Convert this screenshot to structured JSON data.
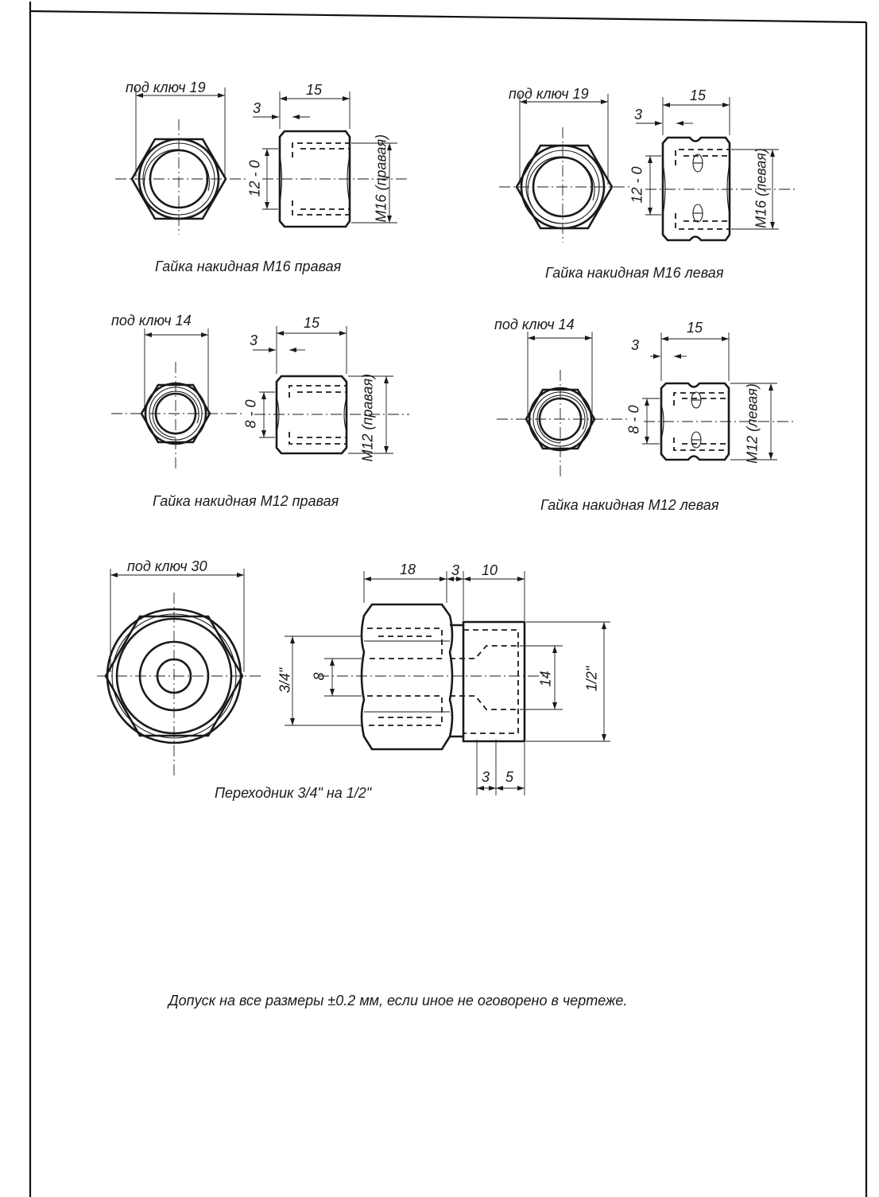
{
  "captions": {
    "m16_right": "Гайка накидная М16 правая",
    "m16_left": "Гайка накидная М16 левая",
    "m12_right": "Гайка накидная М12 правая",
    "m12_left": "Гайка накидная М12 левая",
    "adapter": "Переходник 3/4\" на 1/2\""
  },
  "dims": {
    "m16_right": {
      "key": "под ключ 19",
      "length": "15",
      "step": "3",
      "bore": "12 - 0",
      "thread": "М16 (правая)"
    },
    "m16_left": {
      "key": "под ключ 19",
      "length": "15",
      "step": "3",
      "bore": "12 - 0",
      "thread": "М16 (левая)"
    },
    "m12_right": {
      "key": "под ключ 14",
      "length": "15",
      "step": "3",
      "bore": "8 - 0",
      "thread": "М12 (правая)"
    },
    "m12_left": {
      "key": "под ключ 14",
      "length": "15",
      "step": "3",
      "bore": "8 - 0",
      "thread": "М12 (левая)"
    },
    "adapter": {
      "key": "под ключ 30",
      "nut_length": "18",
      "gap": "3",
      "body_length": "10",
      "big_thread": "3/4\"",
      "bore": "8",
      "inner": "14",
      "small_thread": "1/2\"",
      "step_a": "3",
      "step_b": "5"
    }
  },
  "note": "Допуск на все размеры ±0.2 мм, если иное не оговорено в чертеже."
}
